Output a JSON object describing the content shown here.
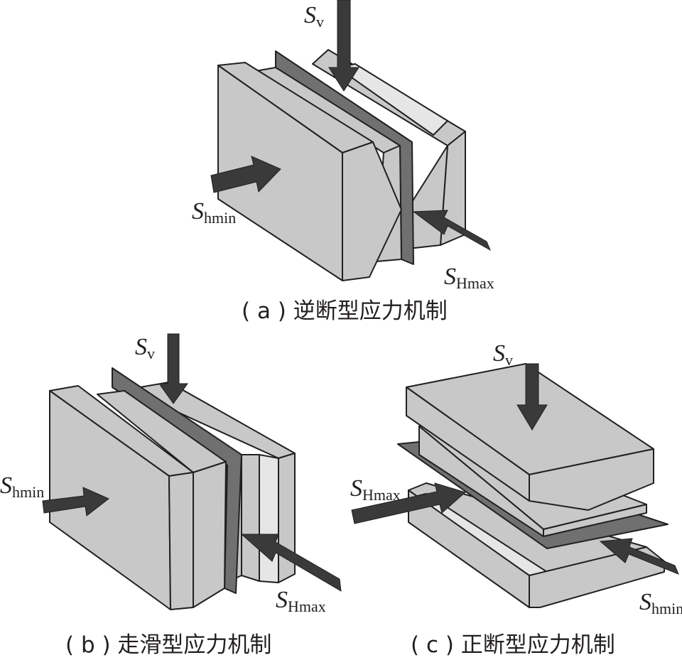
{
  "panels": [
    {
      "id": "a",
      "caption": "( a ) 逆断型应力机制",
      "labels": {
        "sv": {
          "main": "S",
          "sub": "v"
        },
        "shmin": {
          "main": "S",
          "sub": "hmin"
        },
        "shmax": {
          "main": "S",
          "sub": "Hmax"
        }
      }
    },
    {
      "id": "b",
      "caption": "( b ) 走滑型应力机制",
      "labels": {
        "sv": {
          "main": "S",
          "sub": "v"
        },
        "shmin": {
          "main": "S",
          "sub": "hmin"
        },
        "shmax": {
          "main": "S",
          "sub": "Hmax"
        }
      }
    },
    {
      "id": "c",
      "caption": "( c ) 正断型应力机制",
      "labels": {
        "sv": {
          "main": "S",
          "sub": "v"
        },
        "shmax": {
          "main": "S",
          "sub": "Hmax"
        },
        "shmin": {
          "main": "S",
          "sub": "hmin"
        }
      }
    }
  ],
  "colors": {
    "block": "#c8c8c8",
    "block_light": "#e6e6e6",
    "fault_plane": "#707070",
    "arrow": "#3a3a3a",
    "outline": "#231f20"
  }
}
